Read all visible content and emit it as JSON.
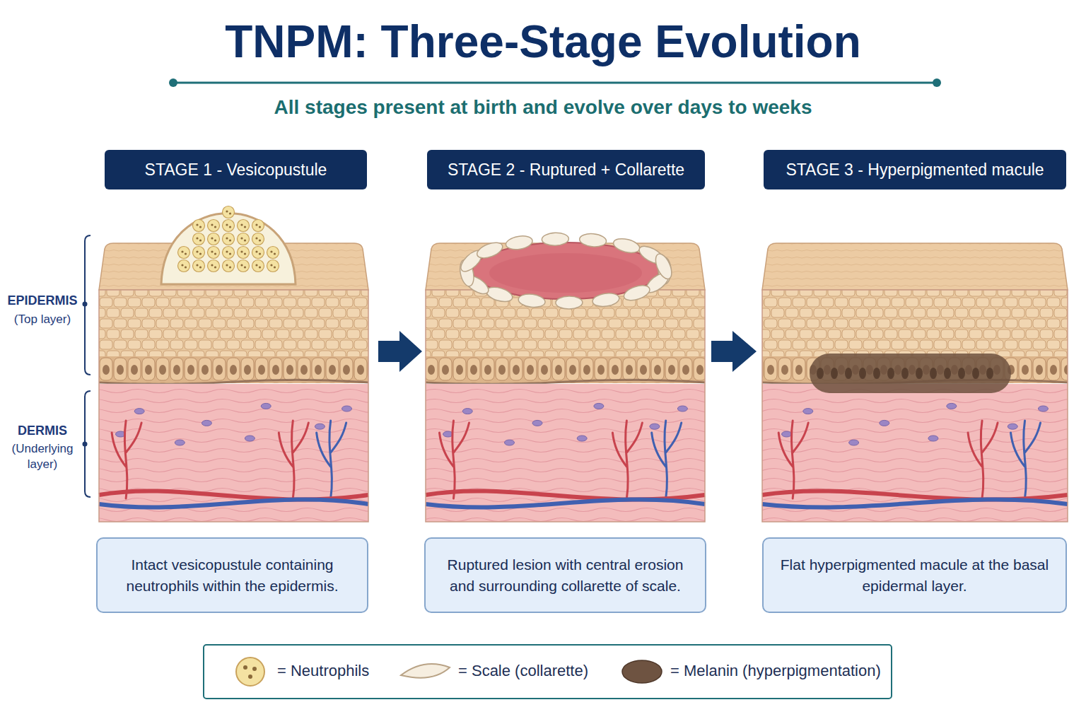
{
  "diagram": {
    "title": "TNPM: Three-Stage Evolution",
    "nodes": [
      {
        "text": [
          "STAGE 1 - Vesicopustule"
        ]
      },
      {
        "text": [
          "STAGE 2 - Ruptured + Collarette"
        ]
      },
      {
        "text": [
          "STAGE 3 - Hyperpigmented macule"
        ]
      },
      {
        "text": [
          "Intact vesicopustule containing neutrophils within the epidermis."
        ]
      },
      {
        "text": [
          "Ruptured lesion with central erosion and surrounding collarette of scale."
        ]
      },
      {
        "text": [
          "Flat hyperpigmented macule at the basal epidermal layer."
        ]
      }
    ],
    "labels": [
      "All stages present at birth and evolve over days to weeks",
      "EPIDERMIS",
      "(Top layer)",
      "DERMIS",
      "(Underlying layer)"
    ],
    "legend": [
      {
        "text": "= Neutrophils"
      },
      {
        "text": "= Scale (collarette)"
      },
      {
        "text": "= Melanin (hyperpigmentation)",
        "color": "#6e5341"
      }
    ]
  }
}
